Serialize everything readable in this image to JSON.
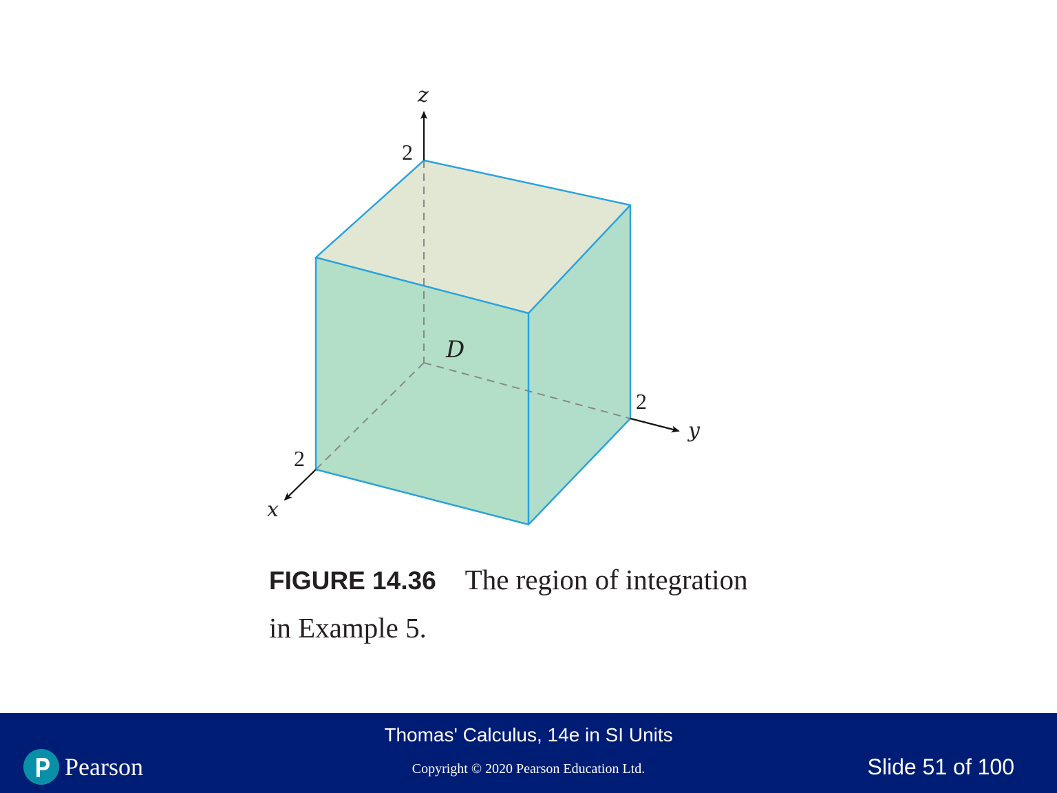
{
  "figure": {
    "axis_labels": {
      "x": "x",
      "y": "y",
      "z": "z"
    },
    "tick_labels": {
      "x": "2",
      "y": "2",
      "z": "2"
    },
    "region_label": "D",
    "colors": {
      "edge": "#2aa2dc",
      "top_face": "#e2e7d3",
      "front_face": "#b3dfc7",
      "right_face": "#b1deca",
      "axis": "#111111",
      "hidden_edge": "#888888"
    }
  },
  "caption": {
    "figure_number": "FIGURE 14.36",
    "line1": "The region of integration",
    "line2": "in Example 5."
  },
  "footer": {
    "title": "Thomas' Calculus, 14e in SI Units",
    "copyright": "Copyright © 2020 Pearson Education Ltd.",
    "slide_counter": "Slide 51 of 100",
    "brand": "Pearson",
    "background": "#001d75"
  }
}
